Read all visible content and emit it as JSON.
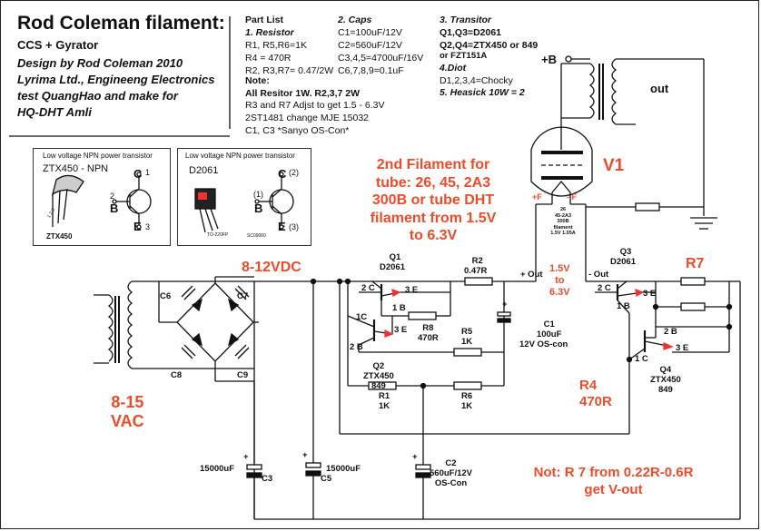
{
  "header": {
    "title": "Rod Coleman filament:",
    "subtitle": "CCS + Gyrator",
    "credits": [
      "Design by Rod Coleman 2010",
      "Lyrima Ltd., Engineeng Electronics",
      "test  QuangHao and make for",
      "HQ-DHT Amli"
    ]
  },
  "parts": {
    "heading": "Part List",
    "resistor": {
      "heading": "1. Resistor",
      "lines": [
        "R1, R5,R6=1K",
        "R4 = 470R",
        "R2, R3,R7= 0.47/2W"
      ]
    },
    "caps": {
      "heading": "2. Caps",
      "lines": [
        "C1=100uF/12V",
        "C2=560uF/12V",
        "C3,4,5=4700uF/16V",
        "C6,7,8,9=0.1uF"
      ]
    },
    "transistor": {
      "heading": "3. Transitor",
      "lines": [
        "Q1,Q3=D2061",
        "Q2,Q4=ZTX450 or 849",
        "or FZT151A"
      ]
    },
    "diode": {
      "heading": "4.Diot",
      "line": "D1,2,3,4=Chocky"
    },
    "heatsink": "5. Heasick 10W = 2",
    "note": {
      "heading": "Note:",
      "bold_line": "All Resitor 1W.  R2,3,7  2W",
      "lines": [
        "R3 and R7 Adjst to get 1.5 - 6.3V",
        "2ST1481 change MJE 15032",
        "C1, C3 *Sanyo OS-Con*"
      ]
    }
  },
  "insets": {
    "ztx": {
      "caption": "Low voltage NPN power transistor",
      "name": "ZTX450 - NPN",
      "package": "ZTX450",
      "pins": {
        "c": "C",
        "b": "B",
        "e": "E",
        "n1": "1",
        "n2": "2",
        "n3": "3",
        "pkg": "1 2 3"
      }
    },
    "d2061": {
      "caption": "Low voltage NPN power transistor",
      "name": "D2061",
      "package": "TO-220FP",
      "code": "SC09060",
      "pins": {
        "c": "C",
        "b": "B",
        "e": "E",
        "n1": "(2)",
        "n2": "(1)",
        "n3": "(3)"
      }
    }
  },
  "annotations": {
    "second_filament": [
      "2nd Filament for",
      "tube: 26, 45, 2A3",
      "300B or tube DHT",
      "filament from 1.5V",
      "to 6.3V"
    ],
    "vdc": "8-12VDC",
    "vac": [
      "8-15",
      "VAC"
    ],
    "v1": "V1",
    "volt_range": [
      "1.5V",
      "to",
      "6.3V"
    ],
    "r7": "R7",
    "r4": [
      "R4",
      "470R"
    ],
    "note": [
      "Not: R 7 from 0.22R-0.6R",
      "get V-out"
    ],
    "plus_f": "+F",
    "minus_f": "- F",
    "tube_types": [
      "26",
      "45-2A3",
      "300B",
      "filament",
      "1.5V 1.05A"
    ]
  },
  "labels": {
    "b_plus": "+B",
    "out": "out",
    "q1": [
      "Q1",
      "D2061"
    ],
    "q2": [
      "Q2",
      "ZTX450",
      "849"
    ],
    "q3": [
      "Q3",
      "D2061"
    ],
    "q4": [
      "Q4",
      "ZTX450",
      "849"
    ],
    "r1": [
      "R1",
      "1K"
    ],
    "r2": [
      "R2",
      "0.47R"
    ],
    "r5": [
      "R5",
      "1K"
    ],
    "r6": [
      "R6",
      "1K"
    ],
    "r8": [
      "R8",
      "470R"
    ],
    "c1": [
      "C1",
      "100uF",
      "12V OS-con"
    ],
    "c2": [
      "C2",
      "560uF/12V",
      "OS-Con"
    ],
    "c3": "C3",
    "c5": "C5",
    "c3_value": "15000uF",
    "c5_value": "15000uF",
    "c6": "C6",
    "c7": "C7",
    "c8": "C8",
    "c9": "C9",
    "plus_out": "+ Out",
    "minus_out": "- Out",
    "pins": {
      "q1c": "2 C",
      "q1e": "3 E",
      "q1b": "1 B",
      "q2c": "1C",
      "q2b": "2 B",
      "q2e": "3 E",
      "q3c": "2 C",
      "q3e": "3 E",
      "q3b": "1 B",
      "q4b": "2 B",
      "q4e": "3 E",
      "q4c": "1 C"
    },
    "plus": "+"
  },
  "colors": {
    "accent": "#ee4b2b",
    "line": "#111111"
  }
}
